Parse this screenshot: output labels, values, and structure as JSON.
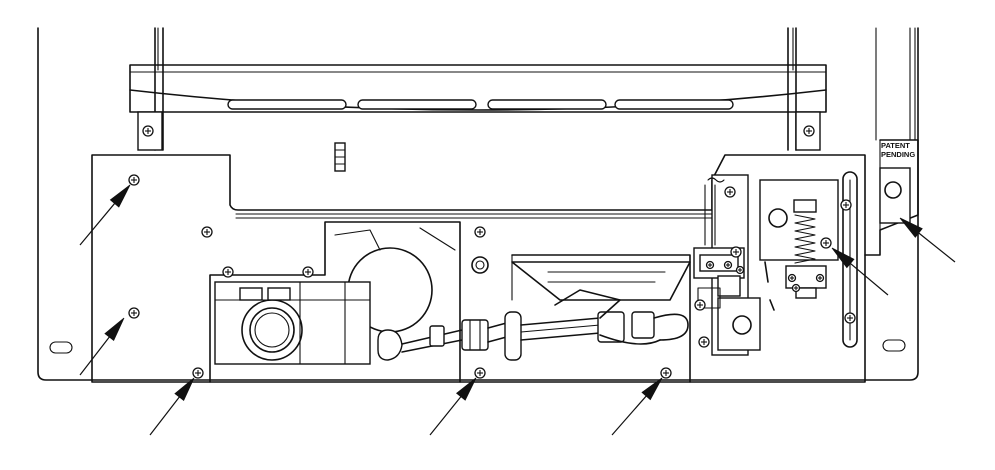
{
  "diagram": {
    "label_line1": "PATENT",
    "label_line2": "PENDING",
    "colors": {
      "ink": "#111111",
      "paper": "#ffffff"
    },
    "callout_arrows": [
      {
        "name": "arrow-upper-left-screw"
      },
      {
        "name": "arrow-lower-left-screw"
      },
      {
        "name": "arrow-bottom-left-screw"
      },
      {
        "name": "arrow-bottom-center-screw"
      },
      {
        "name": "arrow-bottom-right-screw"
      },
      {
        "name": "arrow-spring-screw"
      },
      {
        "name": "arrow-label-screw"
      }
    ]
  }
}
